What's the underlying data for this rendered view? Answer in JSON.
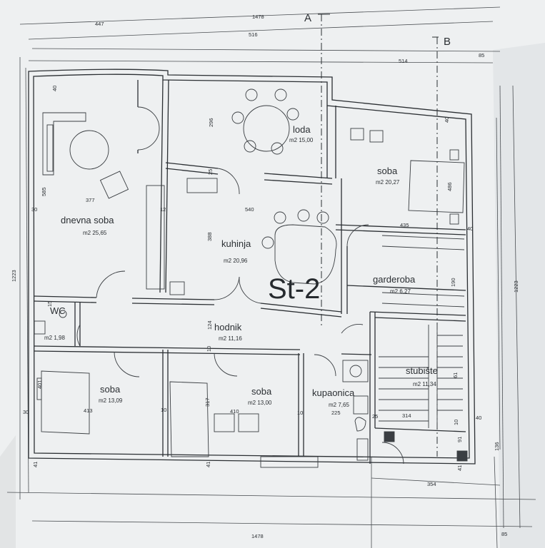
{
  "rooms": {
    "dnevna": {
      "name": "dnevna soba",
      "area": "m2 25,65"
    },
    "loda": {
      "name": "loda",
      "area": "m2 15,00"
    },
    "soba_ne": {
      "name": "soba",
      "area": "m2 20,27"
    },
    "kuhinja": {
      "name": "kuhinja",
      "area": "m2 20,96"
    },
    "garderoba": {
      "name": "garderoba",
      "area": "m2 6,27"
    },
    "wc": {
      "name": "WC",
      "area": "m2 1,98"
    },
    "hodnik": {
      "name": "hodnik",
      "area": "m2 11,16"
    },
    "stubiste": {
      "name": "stubište",
      "area": "m2 11,34"
    },
    "soba_sw": {
      "name": "soba",
      "area": "m2 13,09"
    },
    "soba_s": {
      "name": "soba",
      "area": "m2 13,00"
    },
    "kupaonica": {
      "name": "kupaonica",
      "area": "m2 7,65"
    }
  },
  "sheet_label": "St-2",
  "grid_marks": {
    "a": "A",
    "b": "B"
  },
  "dimensions": {
    "top_447": "447",
    "top_1478": "1478",
    "top_516": "516",
    "top_514": "514",
    "top_85": "85",
    "bottom_1478": "1478",
    "bottom_85": "85",
    "bottom_354": "354",
    "left_1223": "1223",
    "right_1223": "1223",
    "d_377": "377",
    "d_585": "585",
    "d_540": "540",
    "d_296": "296",
    "d_388": "388",
    "d_124": "124",
    "d_435": "435",
    "d_486": "486",
    "d_190": "190",
    "d_413": "413",
    "d_410": "410",
    "d_317": "317",
    "d_225": "225",
    "d_314": "314",
    "d_401": "401",
    "d_136": "136",
    "d_12": "12",
    "d_91": "91",
    "d_61": "61",
    "d_40a": "40",
    "d_40b": "40",
    "d_40c": "40",
    "d_40d": "40",
    "d_30a": "30",
    "d_30b": "30",
    "d_25a": "25",
    "d_25b": "25",
    "d_10a": "10",
    "d_10b": "10",
    "d_10c": "10",
    "d_10d": "10",
    "d_41a": "41",
    "d_41b": "41",
    "d_41c": "41",
    "d_15": "15"
  }
}
